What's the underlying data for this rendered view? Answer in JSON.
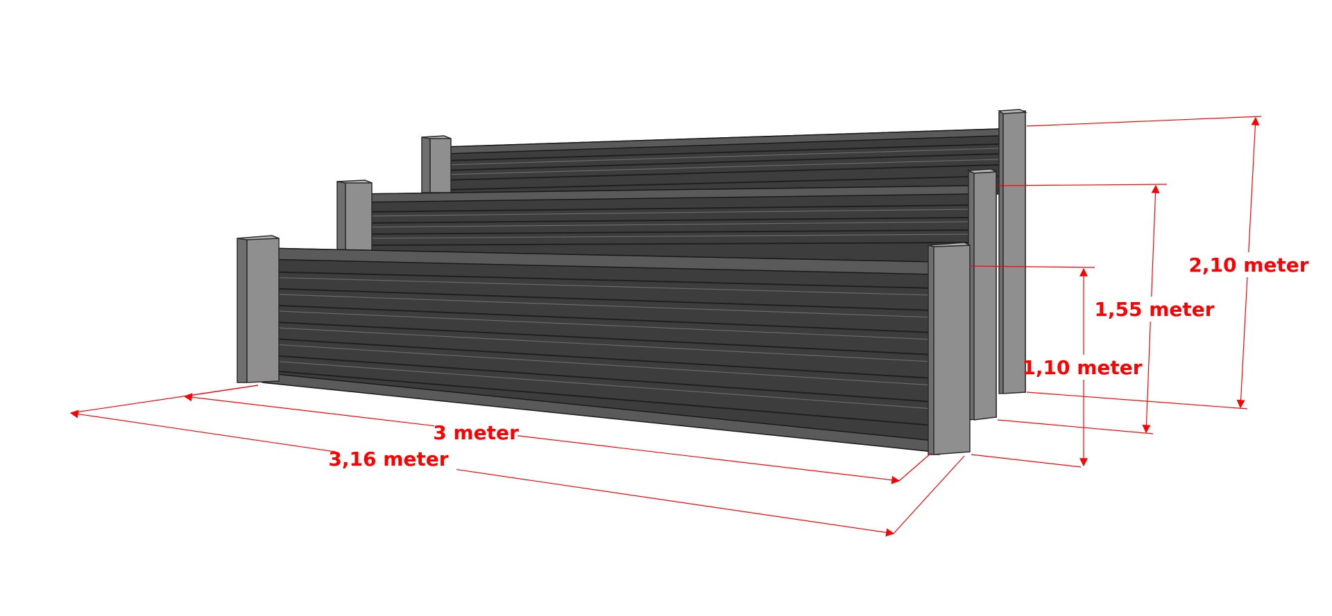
{
  "colors": {
    "dimension": "#ff0000",
    "panel": "#3d3d3d",
    "post": "#8f8f8f",
    "background": "#ffffff"
  },
  "dimensions": {
    "length_inner": "3 meter",
    "length_outer": "3,16 meter",
    "height_front": "1,10 meter",
    "height_middle": "1,55 meter",
    "height_back": "2,10 meter"
  }
}
